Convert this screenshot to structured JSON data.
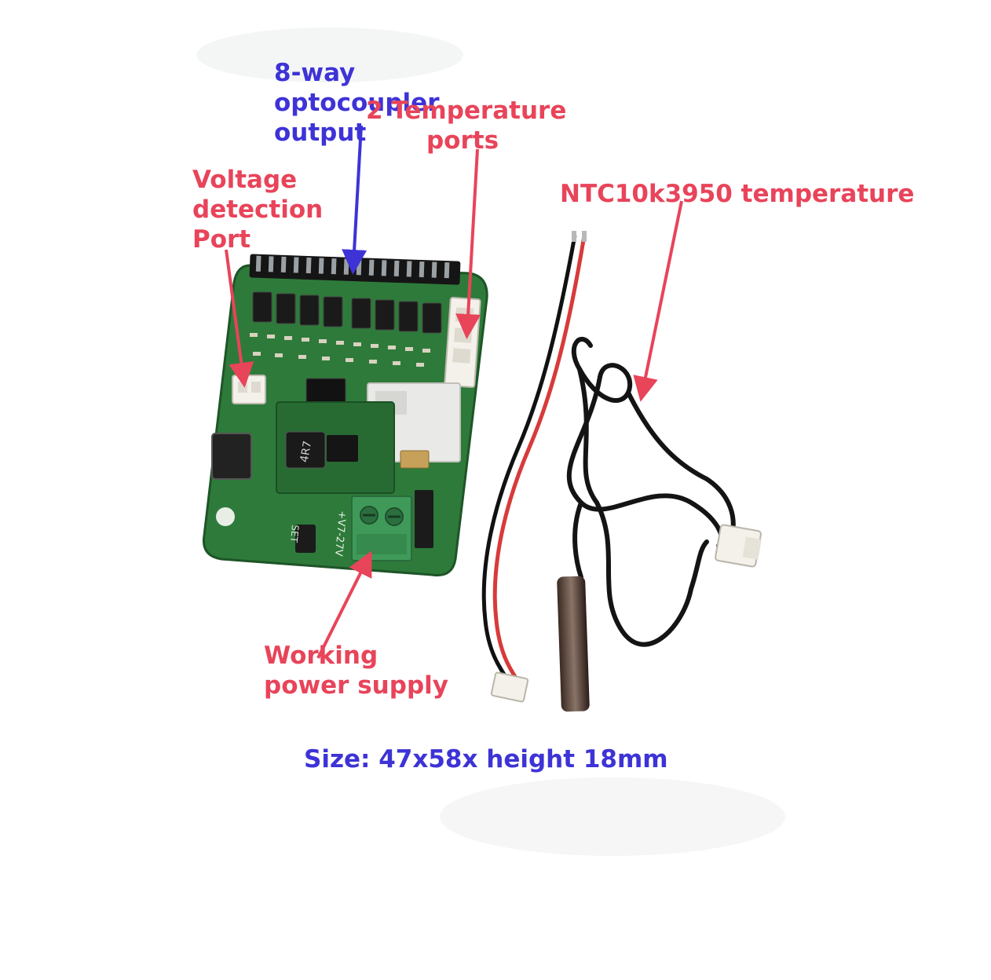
{
  "colors": {
    "annotation_red": "#e8445a",
    "annotation_blue": "#3d33d6",
    "pcb_green": "#2e7a3a",
    "terminal_green": "#3f9a5a"
  },
  "labels": {
    "optocoupler": "8-way\noptocoupler\noutput",
    "temperature_ports": "2 Temperature\nports",
    "voltage_detection": "Voltage\ndetection\nPort",
    "ntc_sensor": "NTC10k3950 temperature",
    "power_supply": "Working\npower supply",
    "size": "Size: 47x58x height 18mm"
  },
  "board_markings": {
    "inductor": "4R7",
    "terminal": "+V7-27V",
    "button": "SET"
  }
}
